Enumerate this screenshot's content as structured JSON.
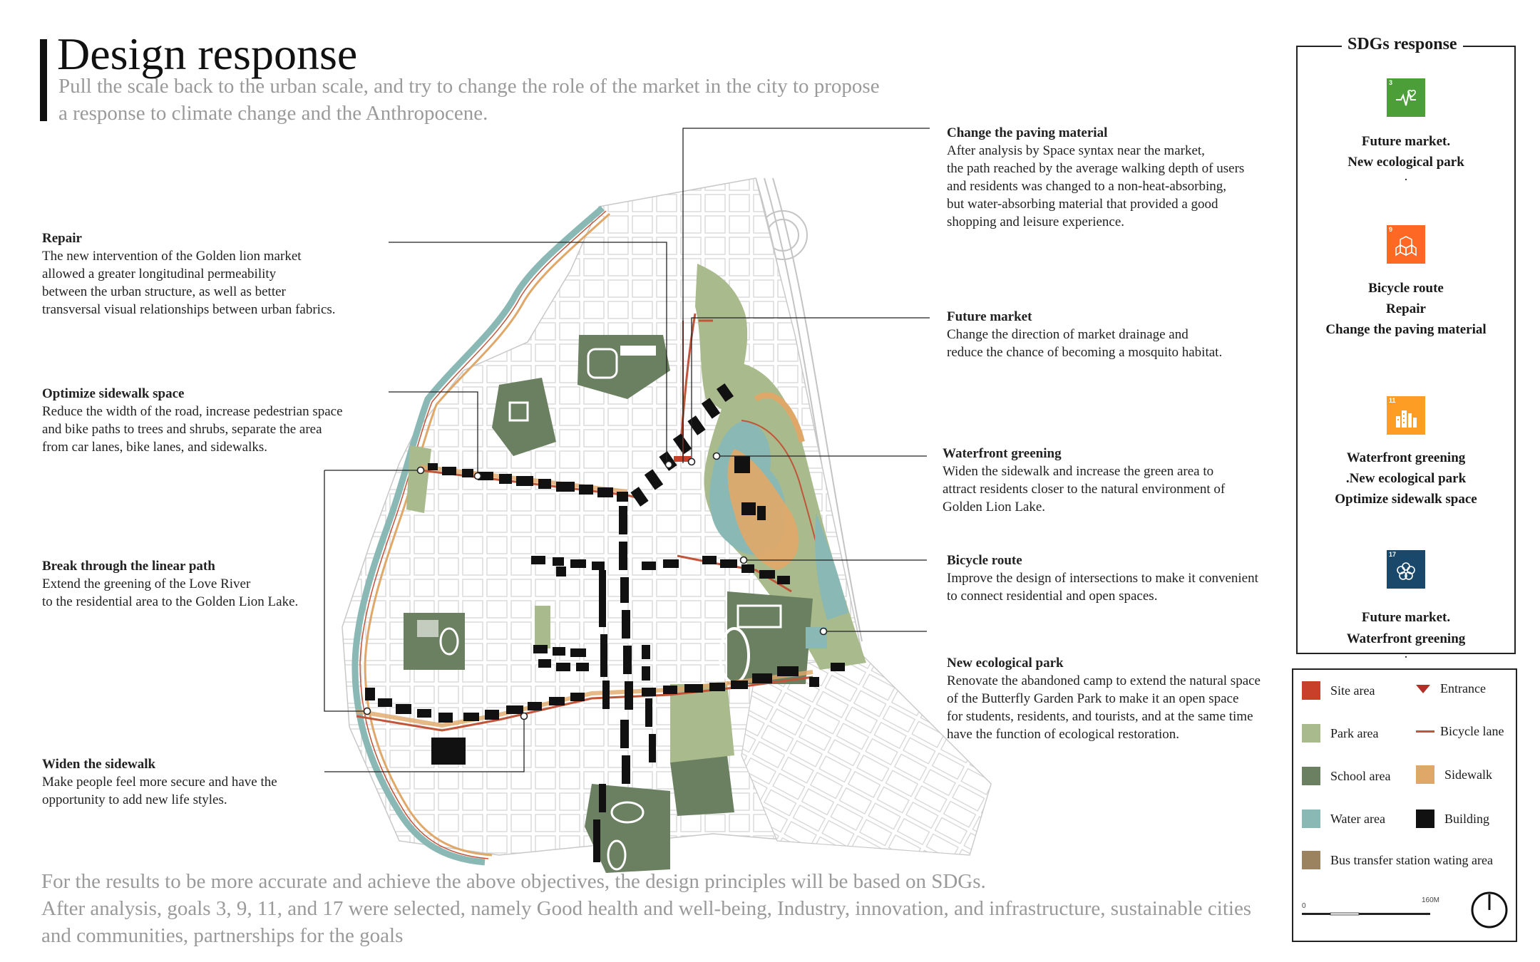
{
  "header": {
    "title": "Design response",
    "subtitle": "Pull the scale back to the urban scale, and try to change the role of the market in the city to propose a response to climate change and the Anthropocene."
  },
  "notes": {
    "repair": {
      "title": "Repair",
      "body": "The new intervention of the Golden lion market\nallowed a greater longitudinal permeability\nbetween the urban structure, as well as better\ntransversal visual relationships between urban fabrics."
    },
    "optimize": {
      "title": "Optimize sidewalk space",
      "body": "Reduce the width of the road, increase pedestrian space\nand bike paths to trees and shrubs, separate the area\nfrom car lanes, bike lanes, and sidewalks."
    },
    "break": {
      "title": "Break through the linear path",
      "body": "Extend the greening of the Love River\nto the residential area to the Golden Lion Lake."
    },
    "widen": {
      "title": "Widen the sidewalk",
      "body": "Make people feel more secure and have the\nopportunity to add new life styles."
    },
    "paving": {
      "title": "Change the paving material",
      "body": "After analysis by Space syntax near the market,\nthe path reached by the average walking depth of users\nand residents was changed to a non-heat-absorbing,\nbut water-absorbing material that provided a good\nshopping and leisure experience."
    },
    "future": {
      "title": "Future market",
      "body": "Change the direction of market drainage and\nreduce the chance of becoming a mosquito habitat."
    },
    "waterfront": {
      "title": "Waterfront greening",
      "body": "Widen the sidewalk and increase the green area to\nattract residents closer to the natural environment of\nGolden Lion Lake."
    },
    "bicycle": {
      "title": "Bicycle route",
      "body": "Improve the design of intersections to make it convenient\nto connect residential and open spaces."
    },
    "eco": {
      "title": "New ecological park",
      "body": "Renovate the abandoned camp to extend the natural space\nof the Butterfly Garden Park to make it an open space\nfor students, residents, and tourists, and at the same time\n have the function of ecological restoration."
    }
  },
  "footer": {
    "text": "For the results to be more accurate and achieve the above objectives, the design principles will be based on SDGs.\nAfter analysis, goals 3, 9, 11, and 17 were selected, namely Good health and well-being, Industry, innovation, and infrastructure, sustainable cities and communities, partnerships for the goals"
  },
  "sdg": {
    "title": "SDGs response",
    "goals": [
      {
        "number": "3",
        "color": "#4c9f38",
        "icon": "heartbeat-icon",
        "lines": [
          "Future market.",
          "New ecological park",
          "."
        ]
      },
      {
        "number": "9",
        "color": "#fd6925",
        "icon": "cubes-icon",
        "lines": [
          "Bicycle route",
          "Repair",
          "Change the paving material"
        ]
      },
      {
        "number": "11",
        "color": "#fd9d24",
        "icon": "city-icon",
        "lines": [
          "Waterfront greening",
          ".New ecological park",
          "Optimize sidewalk space"
        ]
      },
      {
        "number": "17",
        "color": "#19486a",
        "icon": "flower-icon",
        "lines": [
          "Future market.",
          "Waterfront greening",
          "."
        ]
      }
    ]
  },
  "legend": {
    "items": [
      {
        "label": "Site area",
        "color": "#c8402a",
        "kind": "square"
      },
      {
        "label": "Entrance",
        "color": "#b03028",
        "kind": "triangle"
      },
      {
        "label": "Park area",
        "color": "#a9bb8c",
        "kind": "square"
      },
      {
        "label": "Bicycle lane",
        "color": "#c0553a",
        "kind": "line"
      },
      {
        "label": "School area",
        "color": "#6a8060",
        "kind": "square"
      },
      {
        "label": "Sidewalk",
        "color": "#e0a868",
        "kind": "square"
      },
      {
        "label": "Water area",
        "color": "#8ab8b4",
        "kind": "square"
      },
      {
        "label": "Building",
        "color": "#111111",
        "kind": "square"
      },
      {
        "label": "Bus transfer station wating area",
        "color": "#9b8360",
        "kind": "square"
      }
    ],
    "scale_start": "0",
    "scale_end": "160M",
    "north_icon": "north-arrow-icon"
  },
  "map": {
    "colors": {
      "street": "#cfcfcf",
      "park": "#a9bb8c",
      "school": "#6a8060",
      "water": "#8ab8b4",
      "sidewalk": "#e0a868",
      "bicycle": "#c0553a",
      "building": "#111111"
    }
  }
}
